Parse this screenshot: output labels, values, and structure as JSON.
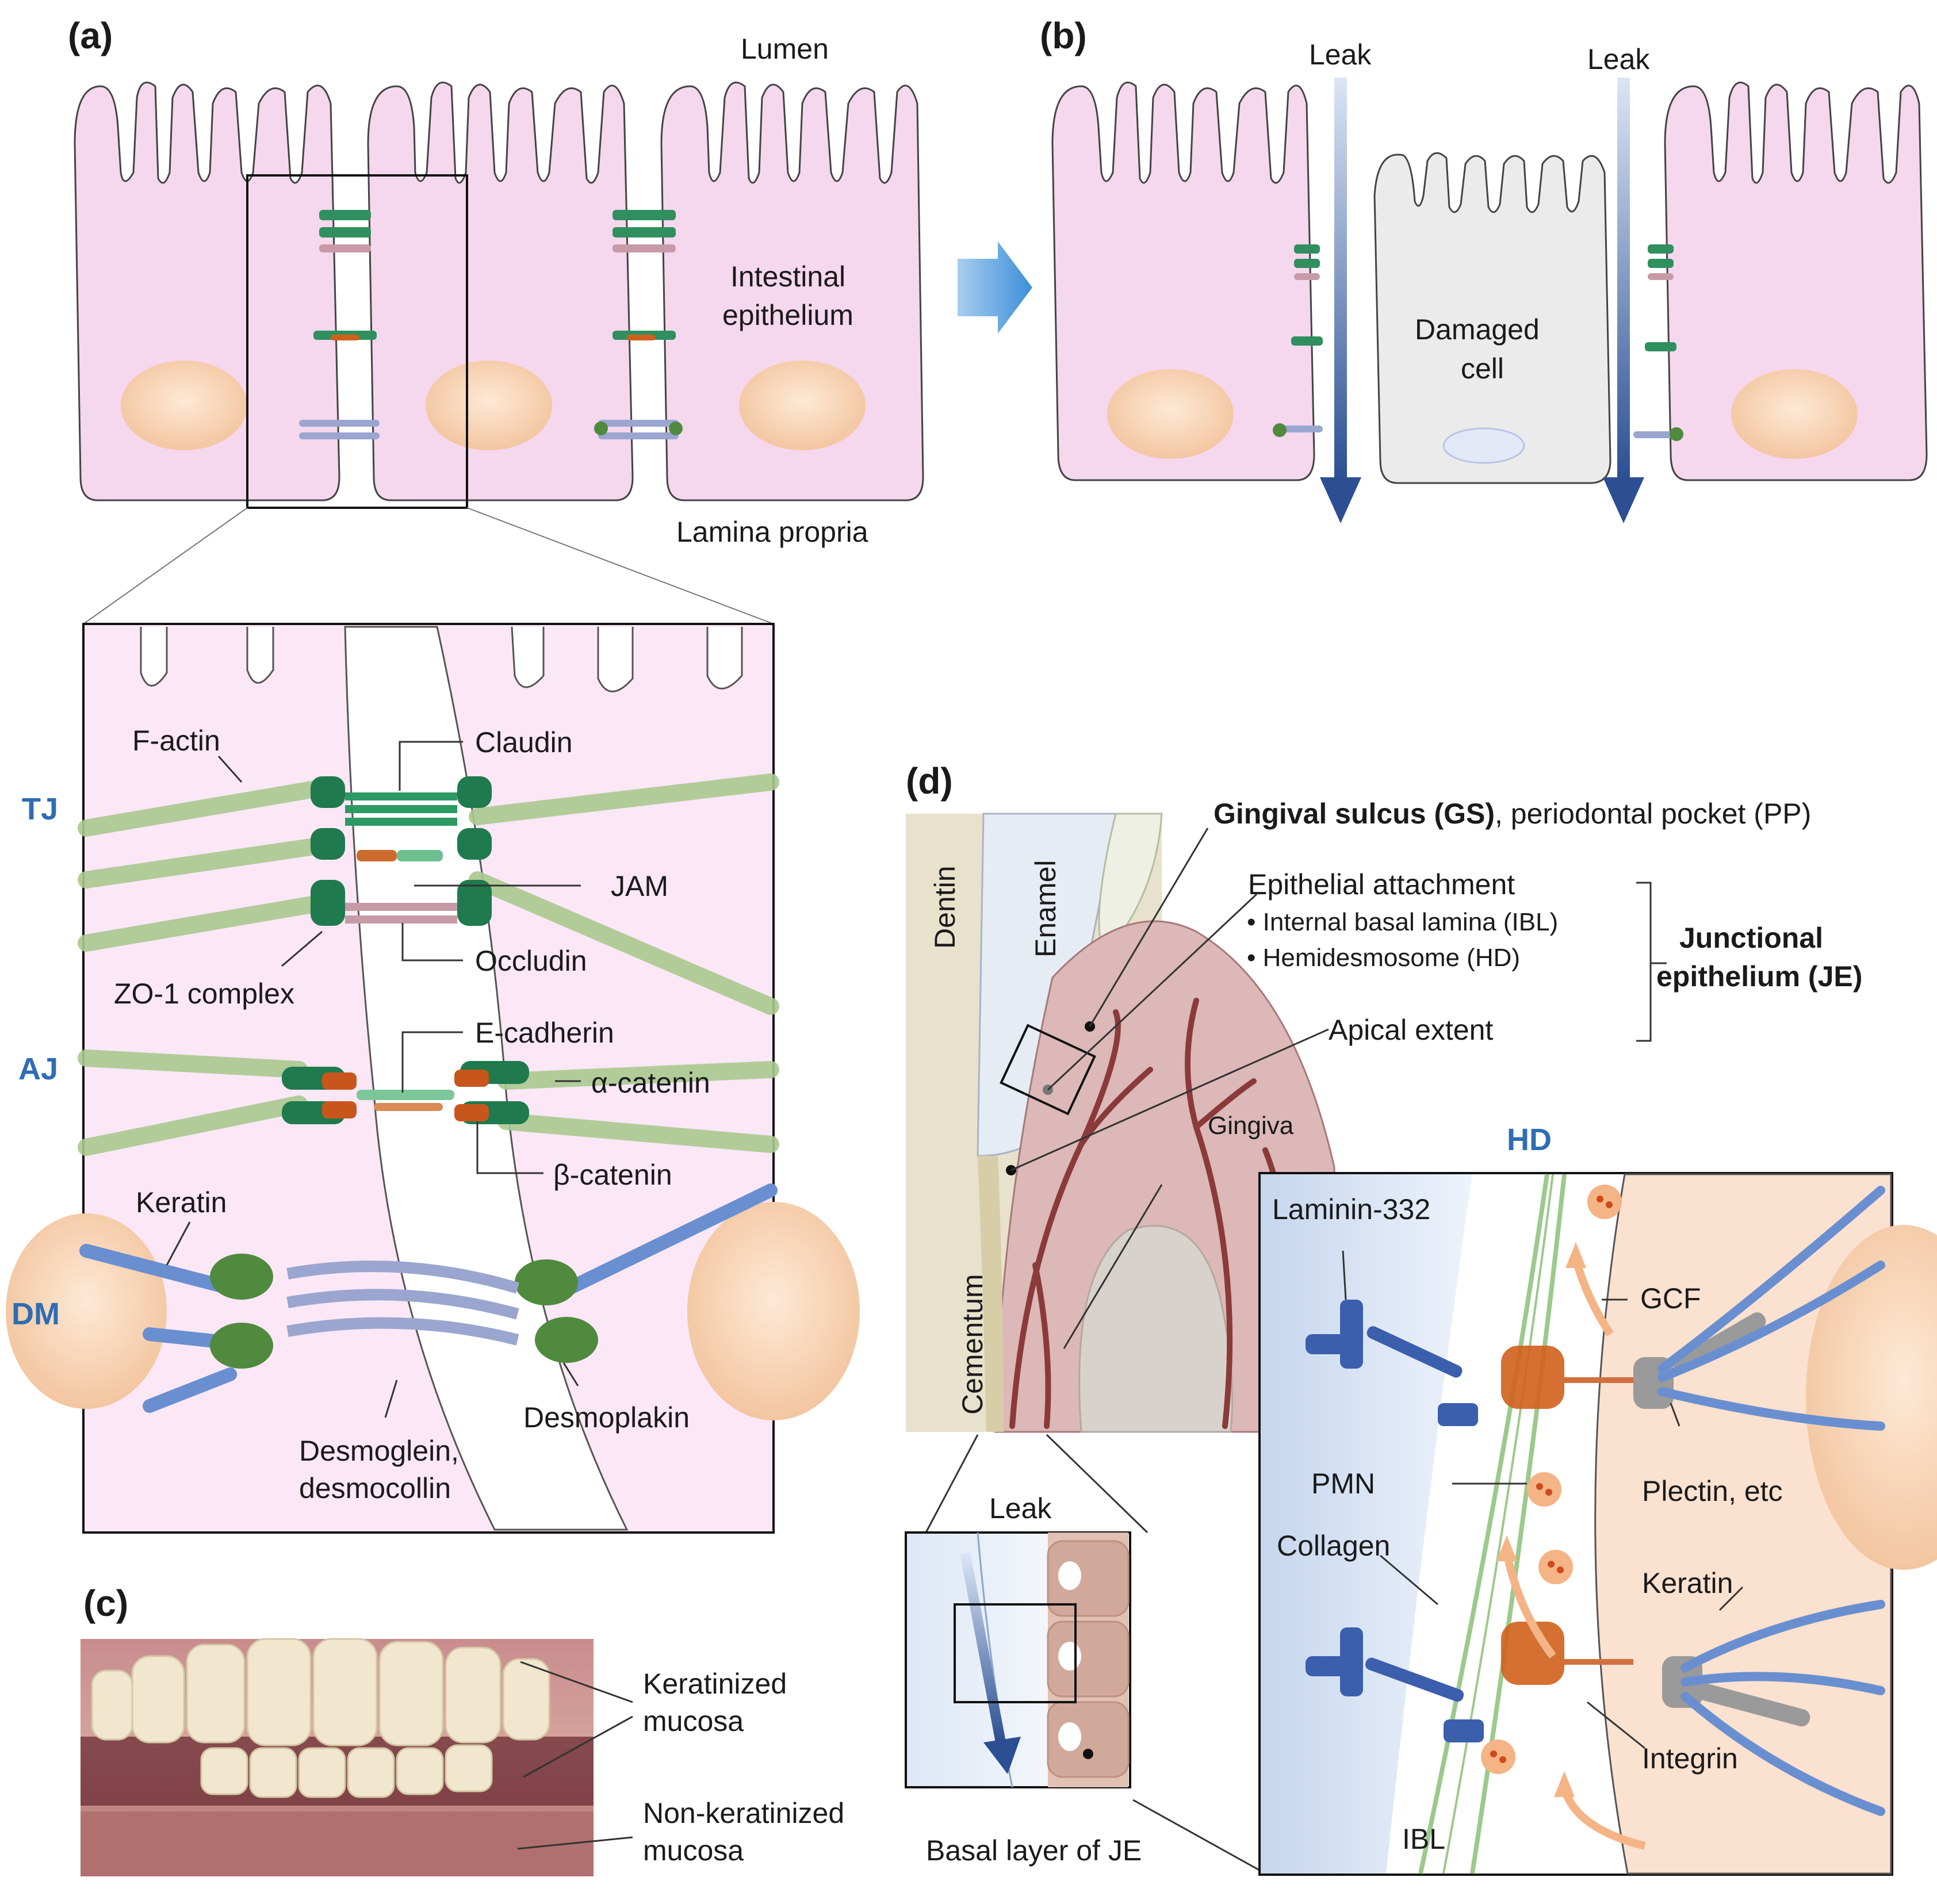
{
  "panels": {
    "a": "(a)",
    "b": "(b)",
    "c": "(c)",
    "d": "(d)"
  },
  "panel_a": {
    "lumen": "Lumen",
    "epithelium_line1": "Intestinal",
    "epithelium_line2": "epithelium",
    "lamina": "Lamina propria"
  },
  "panel_b": {
    "leak_left": "Leak",
    "leak_right": "Leak",
    "damaged_line1": "Damaged",
    "damaged_line2": "cell"
  },
  "zoom": {
    "tj": "TJ",
    "aj": "AJ",
    "dm": "DM",
    "f_actin": "F-actin",
    "claudin": "Claudin",
    "jam": "JAM",
    "zo1": "ZO-1 complex",
    "occludin": "Occludin",
    "e_cadherin": "E-cadherin",
    "alpha_catenin": "α-catenin",
    "beta_catenin": "β-catenin",
    "keratin": "Keratin",
    "desmoplakin": "Desmoplakin",
    "desmoglein_line1": "Desmoglein,",
    "desmoglein_line2": "desmocollin"
  },
  "panel_c": {
    "keratinized_line1": "Keratinized",
    "keratinized_line2": "mucosa",
    "nonkeratinized_line1": "Non-keratinized",
    "nonkeratinized_line2": "mucosa"
  },
  "panel_d": {
    "gingival_sulcus_bold": "Gingival sulcus (GS)",
    "gingival_sulcus_rest": ", periodontal pocket (PP)",
    "epithelial_attachment": "Epithelial attachment",
    "ibl_item": "• Internal basal lamina (IBL)",
    "hd_item": "• Hemidesmosome (HD)",
    "je_line1": "Junctional",
    "je_line2": "epithelium (JE)",
    "apical_extent": "Apical extent",
    "dentin": "Dentin",
    "enamel": "Enamel",
    "cementum": "Cementum",
    "gingiva": "Gingiva",
    "hd_title": "HD",
    "leak": "Leak",
    "basal_layer": "Basal layer of JE",
    "laminin": "Laminin-332",
    "gcf": "GCF",
    "pmn": "PMN",
    "plectin": "Plectin, etc",
    "collagen": "Collagen",
    "keratin": "Keratin",
    "integrin": "Integrin",
    "ibl": "IBL"
  },
  "colors": {
    "cell_pink": "#f5d7ee",
    "nucleus": "#f5cba7",
    "damaged_cell": "#ebebeb",
    "leak_arrow": "#2d5aa0",
    "tj_green": "#1f7a4d",
    "actin_green": "#a9c98f",
    "catenin_orange": "#c8561c",
    "keratin_blue": "#6a8fd0",
    "desmo_green": "#4f8a3e",
    "hd_peach": "#fbe1cf",
    "ibl_blue": "#dce7f5",
    "gingiva_pink": "#dcb8b8",
    "vessel": "#8b3a3a",
    "dentin": "#e8e1cc",
    "label_blue": "#2e6db4"
  }
}
